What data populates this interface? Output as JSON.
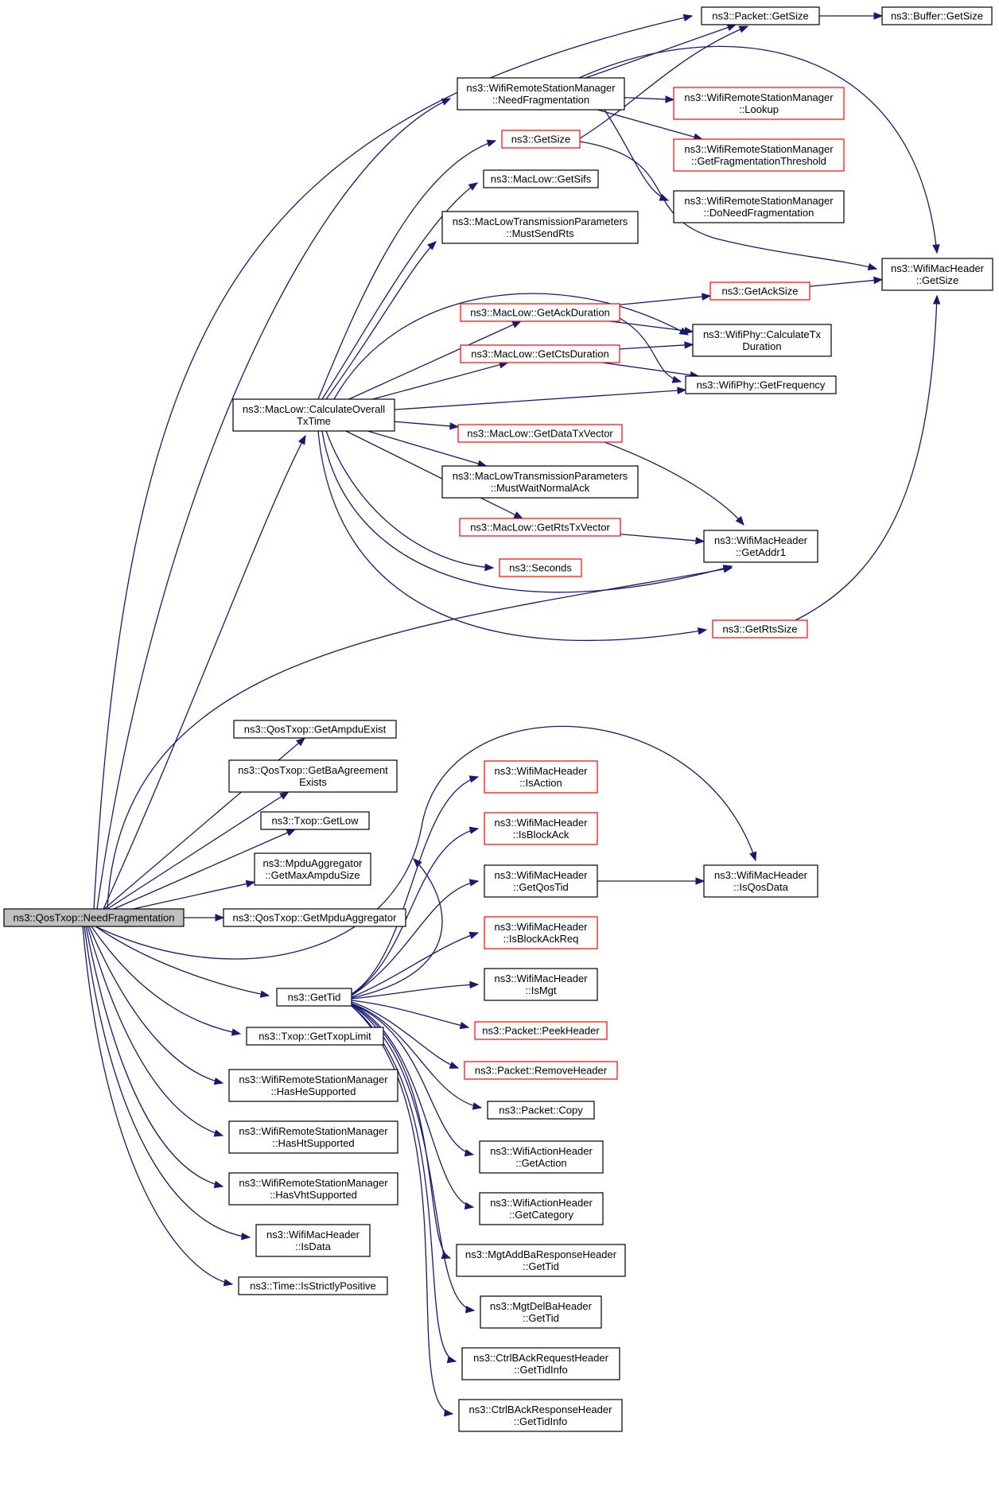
{
  "diagram": {
    "title": "",
    "colors": {
      "edge": "#191970",
      "node_border": "#000000",
      "node_border_incomplete": "#ff0000",
      "root_fill": "#bfbfbf",
      "node_fill": "#ffffff"
    },
    "nodes": [
      {
        "id": "root",
        "lines": [
          "ns3::QosTxop::NeedFragmentation"
        ],
        "style": "root"
      },
      {
        "id": "packetGetSize",
        "lines": [
          "ns3::Packet::GetSize"
        ],
        "style": "normal"
      },
      {
        "id": "bufferGetSize",
        "lines": [
          "ns3::Buffer::GetSize"
        ],
        "style": "normal"
      },
      {
        "id": "wrsmNeedFrag",
        "lines": [
          "ns3::WifiRemoteStationManager",
          "::NeedFragmentation"
        ],
        "style": "normal"
      },
      {
        "id": "wrsmLookup",
        "lines": [
          "ns3::WifiRemoteStationManager",
          "::Lookup"
        ],
        "style": "incomplete"
      },
      {
        "id": "wrsmGetFragThr",
        "lines": [
          "ns3::WifiRemoteStationManager",
          "::GetFragmentationThreshold"
        ],
        "style": "incomplete"
      },
      {
        "id": "wrsmDoNeedFrag",
        "lines": [
          "ns3::WifiRemoteStationManager",
          "::DoNeedFragmentation"
        ],
        "style": "normal"
      },
      {
        "id": "getSize",
        "lines": [
          "ns3::GetSize"
        ],
        "style": "incomplete"
      },
      {
        "id": "macLowGetSifs",
        "lines": [
          "ns3::MacLow::GetSifs"
        ],
        "style": "normal"
      },
      {
        "id": "mltpMustSendRts",
        "lines": [
          "ns3::MacLowTransmissionParameters",
          "::MustSendRts"
        ],
        "style": "normal"
      },
      {
        "id": "wmhGetSize",
        "lines": [
          "ns3::WifiMacHeader",
          "::GetSize"
        ],
        "style": "normal"
      },
      {
        "id": "getAckSize",
        "lines": [
          "ns3::GetAckSize"
        ],
        "style": "incomplete"
      },
      {
        "id": "macLowGetAckDur",
        "lines": [
          "ns3::MacLow::GetAckDuration"
        ],
        "style": "incomplete"
      },
      {
        "id": "wifiPhyCalcTxDur",
        "lines": [
          "ns3::WifiPhy::CalculateTx",
          "Duration"
        ],
        "style": "normal"
      },
      {
        "id": "macLowGetCtsDur",
        "lines": [
          "ns3::MacLow::GetCtsDuration"
        ],
        "style": "incomplete"
      },
      {
        "id": "wifiPhyGetFreq",
        "lines": [
          "ns3::WifiPhy::GetFrequency"
        ],
        "style": "normal"
      },
      {
        "id": "macLowCalcOverall",
        "lines": [
          "ns3::MacLow::CalculateOverall",
          "TxTime"
        ],
        "style": "normal"
      },
      {
        "id": "macLowGetDataTxVec",
        "lines": [
          "ns3::MacLow::GetDataTxVector"
        ],
        "style": "incomplete"
      },
      {
        "id": "mltpMustWaitNormalAck",
        "lines": [
          "ns3::MacLowTransmissionParameters",
          "::MustWaitNormalAck"
        ],
        "style": "normal"
      },
      {
        "id": "macLowGetRtsTxVec",
        "lines": [
          "ns3::MacLow::GetRtsTxVector"
        ],
        "style": "incomplete"
      },
      {
        "id": "wmhGetAddr1",
        "lines": [
          "ns3::WifiMacHeader",
          "::GetAddr1"
        ],
        "style": "normal"
      },
      {
        "id": "seconds",
        "lines": [
          "ns3::Seconds"
        ],
        "style": "incomplete"
      },
      {
        "id": "getRtsSize",
        "lines": [
          "ns3::GetRtsSize"
        ],
        "style": "incomplete"
      },
      {
        "id": "qosGetAmpduExist",
        "lines": [
          "ns3::QosTxop::GetAmpduExist"
        ],
        "style": "normal"
      },
      {
        "id": "qosGetBaAgreement",
        "lines": [
          "ns3::QosTxop::GetBaAgreement",
          "Exists"
        ],
        "style": "normal"
      },
      {
        "id": "wmhIsAction",
        "lines": [
          "ns3::WifiMacHeader",
          "::IsAction"
        ],
        "style": "incomplete"
      },
      {
        "id": "txopGetLow",
        "lines": [
          "ns3::Txop::GetLow"
        ],
        "style": "normal"
      },
      {
        "id": "wmhIsBlockAck",
        "lines": [
          "ns3::WifiMacHeader",
          "::IsBlockAck"
        ],
        "style": "incomplete"
      },
      {
        "id": "mpduAggGetMax",
        "lines": [
          "ns3::MpduAggregator",
          "::GetMaxAmpduSize"
        ],
        "style": "normal"
      },
      {
        "id": "wmhGetQosTid",
        "lines": [
          "ns3::WifiMacHeader",
          "::GetQosTid"
        ],
        "style": "normal"
      },
      {
        "id": "wmhIsQosData",
        "lines": [
          "ns3::WifiMacHeader",
          "::IsQosData"
        ],
        "style": "normal"
      },
      {
        "id": "qosGetMpduAgg",
        "lines": [
          "ns3::QosTxop::GetMpduAggregator"
        ],
        "style": "normal"
      },
      {
        "id": "wmhIsBlockAckReq",
        "lines": [
          "ns3::WifiMacHeader",
          "::IsBlockAckReq"
        ],
        "style": "incomplete"
      },
      {
        "id": "wmhIsMgt",
        "lines": [
          "ns3::WifiMacHeader",
          "::IsMgt"
        ],
        "style": "normal"
      },
      {
        "id": "getTid",
        "lines": [
          "ns3::GetTid"
        ],
        "style": "normal"
      },
      {
        "id": "packetPeekHeader",
        "lines": [
          "ns3::Packet::PeekHeader"
        ],
        "style": "incomplete"
      },
      {
        "id": "txopGetTxopLimit",
        "lines": [
          "ns3::Txop::GetTxopLimit"
        ],
        "style": "normal"
      },
      {
        "id": "packetRemoveHeader",
        "lines": [
          "ns3::Packet::RemoveHeader"
        ],
        "style": "incomplete"
      },
      {
        "id": "wrsmHasHe",
        "lines": [
          "ns3::WifiRemoteStationManager",
          "::HasHeSupported"
        ],
        "style": "normal"
      },
      {
        "id": "packetCopy",
        "lines": [
          "ns3::Packet::Copy"
        ],
        "style": "normal"
      },
      {
        "id": "wrsmHasHt",
        "lines": [
          "ns3::WifiRemoteStationManager",
          "::HasHtSupported"
        ],
        "style": "normal"
      },
      {
        "id": "wahGetAction",
        "lines": [
          "ns3::WifiActionHeader",
          "::GetAction"
        ],
        "style": "normal"
      },
      {
        "id": "wrsmHasVht",
        "lines": [
          "ns3::WifiRemoteStationManager",
          "::HasVhtSupported"
        ],
        "style": "normal"
      },
      {
        "id": "wahGetCategory",
        "lines": [
          "ns3::WifiActionHeader",
          "::GetCategory"
        ],
        "style": "normal"
      },
      {
        "id": "wmhIsData",
        "lines": [
          "ns3::WifiMacHeader",
          "::IsData"
        ],
        "style": "normal"
      },
      {
        "id": "mgtAddBaRespGetTid",
        "lines": [
          "ns3::MgtAddBaResponseHeader",
          "::GetTid"
        ],
        "style": "normal"
      },
      {
        "id": "timeIsStrictlyPos",
        "lines": [
          "ns3::Time::IsStrictlyPositive"
        ],
        "style": "normal"
      },
      {
        "id": "mgtDelBaGetTid",
        "lines": [
          "ns3::MgtDelBaHeader",
          "::GetTid"
        ],
        "style": "normal"
      },
      {
        "id": "ctrlBAckReqGetTidInfo",
        "lines": [
          "ns3::CtrlBAckRequestHeader",
          "::GetTidInfo"
        ],
        "style": "normal"
      },
      {
        "id": "ctrlBAckRespGetTidInfo",
        "lines": [
          "ns3::CtrlBAckResponseHeader",
          "::GetTidInfo"
        ],
        "style": "normal"
      }
    ],
    "edges": [
      [
        "root",
        "packetGetSize"
      ],
      [
        "root",
        "wrsmNeedFrag"
      ],
      [
        "root",
        "macLowCalcOverall"
      ],
      [
        "root",
        "wmhGetAddr1"
      ],
      [
        "root",
        "qosGetAmpduExist"
      ],
      [
        "root",
        "qosGetBaAgreement"
      ],
      [
        "root",
        "txopGetLow"
      ],
      [
        "root",
        "mpduAggGetMax"
      ],
      [
        "root",
        "qosGetMpduAgg"
      ],
      [
        "root",
        "wmhIsQosData"
      ],
      [
        "root",
        "getTid"
      ],
      [
        "root",
        "txopGetTxopLimit"
      ],
      [
        "root",
        "wrsmHasHe"
      ],
      [
        "root",
        "wrsmHasHt"
      ],
      [
        "root",
        "wrsmHasVht"
      ],
      [
        "root",
        "wmhIsData"
      ],
      [
        "root",
        "timeIsStrictlyPos"
      ],
      [
        "packetGetSize",
        "bufferGetSize"
      ],
      [
        "wrsmNeedFrag",
        "packetGetSize"
      ],
      [
        "wrsmNeedFrag",
        "wmhGetSize"
      ],
      [
        "wrsmNeedFrag",
        "wrsmLookup"
      ],
      [
        "wrsmNeedFrag",
        "wrsmGetFragThr"
      ],
      [
        "wrsmNeedFrag",
        "wrsmDoNeedFrag"
      ],
      [
        "getSize",
        "packetGetSize"
      ],
      [
        "getSize",
        "wmhGetSize"
      ],
      [
        "getAckSize",
        "wmhGetSize"
      ],
      [
        "macLowGetAckDur",
        "getAckSize"
      ],
      [
        "macLowGetAckDur",
        "wifiPhyCalcTxDur"
      ],
      [
        "macLowGetAckDur",
        "wifiPhyGetFreq"
      ],
      [
        "macLowGetCtsDur",
        "wifiPhyCalcTxDur"
      ],
      [
        "macLowGetCtsDur",
        "wifiPhyGetFreq"
      ],
      [
        "macLowCalcOverall",
        "getSize"
      ],
      [
        "macLowCalcOverall",
        "macLowGetSifs"
      ],
      [
        "macLowCalcOverall",
        "mltpMustSendRts"
      ],
      [
        "macLowCalcOverall",
        "macLowGetAckDur"
      ],
      [
        "macLowCalcOverall",
        "wifiPhyCalcTxDur"
      ],
      [
        "macLowCalcOverall",
        "macLowGetCtsDur"
      ],
      [
        "macLowCalcOverall",
        "wifiPhyGetFreq"
      ],
      [
        "macLowCalcOverall",
        "macLowGetDataTxVec"
      ],
      [
        "macLowCalcOverall",
        "mltpMustWaitNormalAck"
      ],
      [
        "macLowCalcOverall",
        "macLowGetRtsTxVec"
      ],
      [
        "macLowCalcOverall",
        "seconds"
      ],
      [
        "macLowCalcOverall",
        "wmhGetAddr1"
      ],
      [
        "macLowCalcOverall",
        "getRtsSize"
      ],
      [
        "macLowGetDataTxVec",
        "wmhGetAddr1"
      ],
      [
        "macLowGetRtsTxVec",
        "wmhGetAddr1"
      ],
      [
        "getRtsSize",
        "wmhGetSize"
      ],
      [
        "wmhGetQosTid",
        "wmhIsQosData"
      ],
      [
        "getTid",
        "wmhIsQosData"
      ],
      [
        "getTid",
        "wmhIsAction"
      ],
      [
        "getTid",
        "wmhIsBlockAck"
      ],
      [
        "getTid",
        "wmhGetQosTid"
      ],
      [
        "getTid",
        "wmhIsBlockAckReq"
      ],
      [
        "getTid",
        "wmhIsMgt"
      ],
      [
        "getTid",
        "packetPeekHeader"
      ],
      [
        "getTid",
        "packetRemoveHeader"
      ],
      [
        "getTid",
        "packetCopy"
      ],
      [
        "getTid",
        "wahGetAction"
      ],
      [
        "getTid",
        "wahGetCategory"
      ],
      [
        "getTid",
        "mgtAddBaRespGetTid"
      ],
      [
        "getTid",
        "mgtDelBaGetTid"
      ],
      [
        "getTid",
        "ctrlBAckReqGetTidInfo"
      ],
      [
        "getTid",
        "ctrlBAckRespGetTidInfo"
      ]
    ]
  }
}
